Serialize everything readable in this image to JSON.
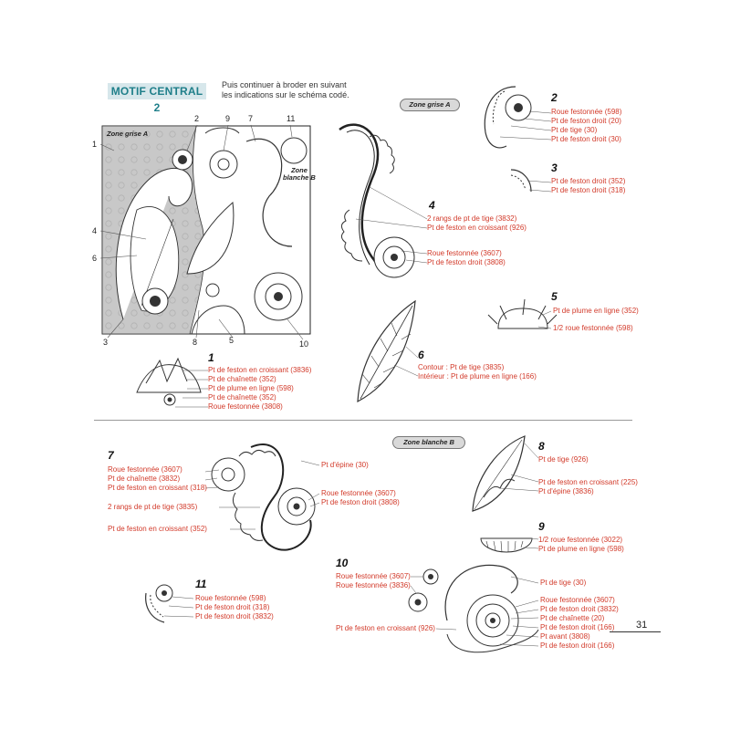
{
  "header": {
    "title": "MOTIF CENTRAL 2",
    "intro": [
      "Puis continuer à broder en suivant",
      "les indications sur le schéma codé."
    ]
  },
  "square": {
    "zone_grey_label": "Zone grise A",
    "zone_white_label": [
      "Zone",
      "blanche B"
    ],
    "callouts": [
      "1",
      "2",
      "9",
      "7",
      "11",
      "4",
      "6",
      "3",
      "8",
      "5",
      "10"
    ]
  },
  "zone_pills": {
    "grey": "Zone grise A",
    "white": "Zone blanche B"
  },
  "motifs": {
    "m1": {
      "num": "1",
      "labels": [
        "Pt de feston en croissant (3836)",
        "Pt de chaînette (352)",
        "Pt de plume en ligne (598)",
        "Pt de chaînette (352)",
        "Roue festonnée (3808)"
      ]
    },
    "m2": {
      "num": "2",
      "labels": [
        "Roue festonnée (598)",
        "Pt de feston droit (20)",
        "Pt de tige (30)",
        "Pt de feston droit (30)"
      ]
    },
    "m3": {
      "num": "3",
      "labels": [
        "Pt de feston droit (352)",
        "Pt de feston droit (318)"
      ]
    },
    "m4": {
      "num": "4",
      "labels": [
        "2 rangs de pt de tige (3832)",
        "Pt de feston en croissant (926)",
        "Roue festonnée (3607)",
        "Pt de feston droit (3808)"
      ]
    },
    "m5": {
      "num": "5",
      "labels": [
        "Pt de plume en ligne (352)",
        "1/2 roue festonnée (598)"
      ]
    },
    "m6": {
      "num": "6",
      "labels": [
        "Contour : Pt de tige (3835)",
        "Intérieur : Pt de plume en ligne (166)"
      ]
    },
    "m7": {
      "num": "7",
      "labels": [
        "Roue festonnée (3607)",
        "Pt de chaînette (3832)",
        "Pt de feston en croissant (318)",
        "2 rangs de pt de tige (3835)",
        "Pt de feston en croissant (352)",
        "Pt d'épine (30)",
        "Roue festonnée (3607)",
        "Pt de feston droit (3808)"
      ]
    },
    "m8": {
      "num": "8",
      "labels": [
        "Pt de tige (926)",
        "Pt de feston en croissant (225)",
        "Pt d'épine (3836)"
      ]
    },
    "m9": {
      "num": "9",
      "labels": [
        "1/2 roue festonnée (3022)",
        "Pt de plume en ligne (598)"
      ]
    },
    "m10": {
      "num": "10",
      "labels": [
        "Roue festonnée (3607)",
        "Roue festonnée (3836)",
        "Pt de feston en croissant (926)",
        "Pt de tige (30)",
        "Roue festonnée (3607)",
        "Pt de feston droit (3832)",
        "Pt de chaînette (20)",
        "Pt de feston droit (166)",
        "Pt avant (3808)",
        "Pt de feston droit (166)"
      ]
    },
    "m11": {
      "num": "11",
      "labels": [
        "Roue festonnée (598)",
        "Pt de feston droit (318)",
        "Pt de feston droit (3832)"
      ]
    }
  },
  "footer": {
    "page_number": "31"
  },
  "colors": {
    "label_red": "#d23a2a",
    "title_teal": "#1f7f8a",
    "badge_bg": "#d7e7eb",
    "zone_grey": "#c8c8c8"
  }
}
